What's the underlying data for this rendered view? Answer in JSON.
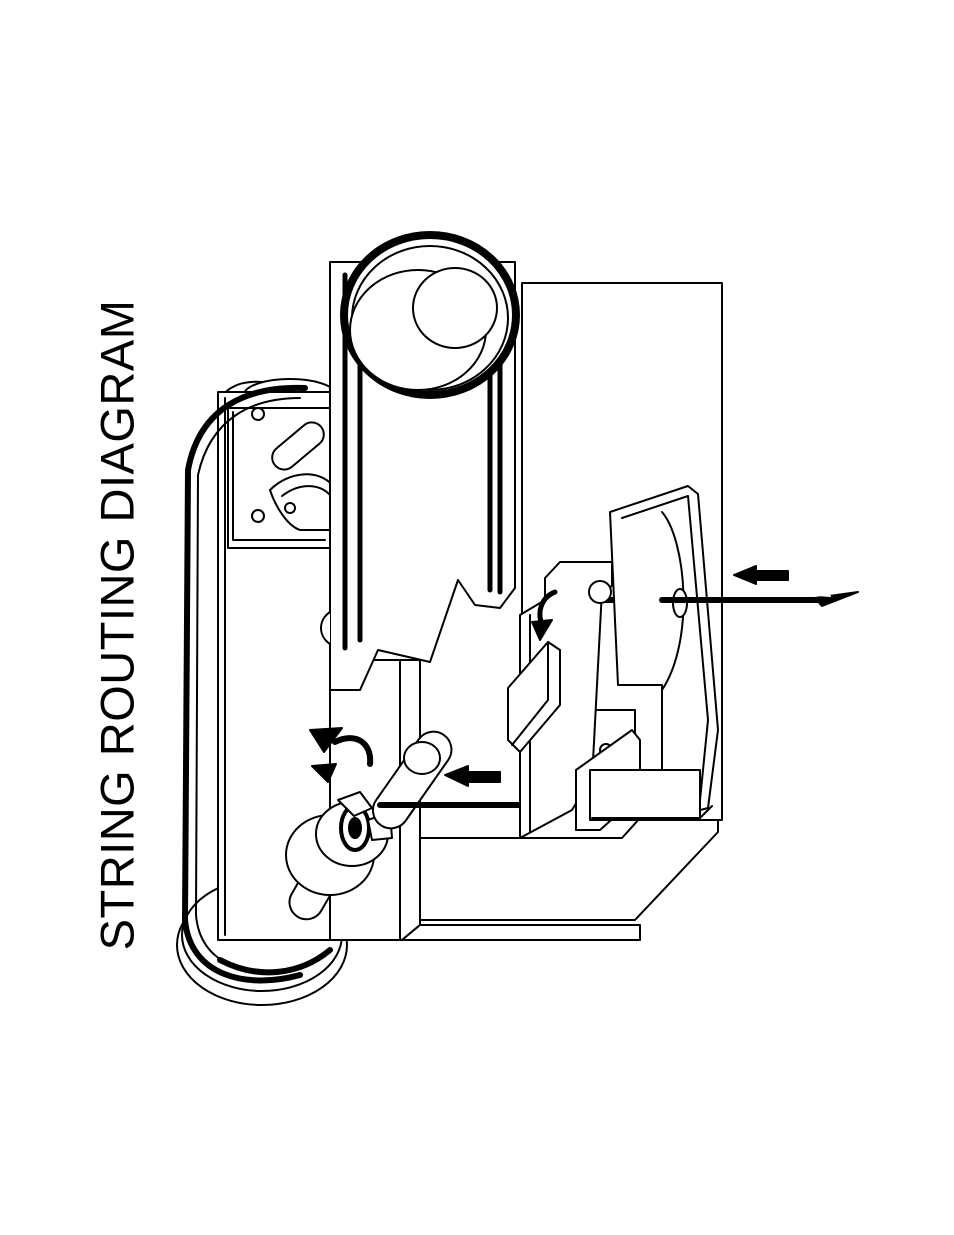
{
  "title": "STRING ROUTING DIAGRAM",
  "colors": {
    "line": "#000000",
    "fill": "#ffffff"
  },
  "parts": [
    "upper-drive-pulley",
    "lower-drive-pulley",
    "left-idler-pulley",
    "drive-belt",
    "motor-mount-bracket",
    "string-guide-post",
    "string-tension-arm",
    "string-spool",
    "string-path",
    "infeed-direction-arrow",
    "string-direction-arrow",
    "rotation-arrow-spool",
    "rotation-arrow-arm"
  ]
}
